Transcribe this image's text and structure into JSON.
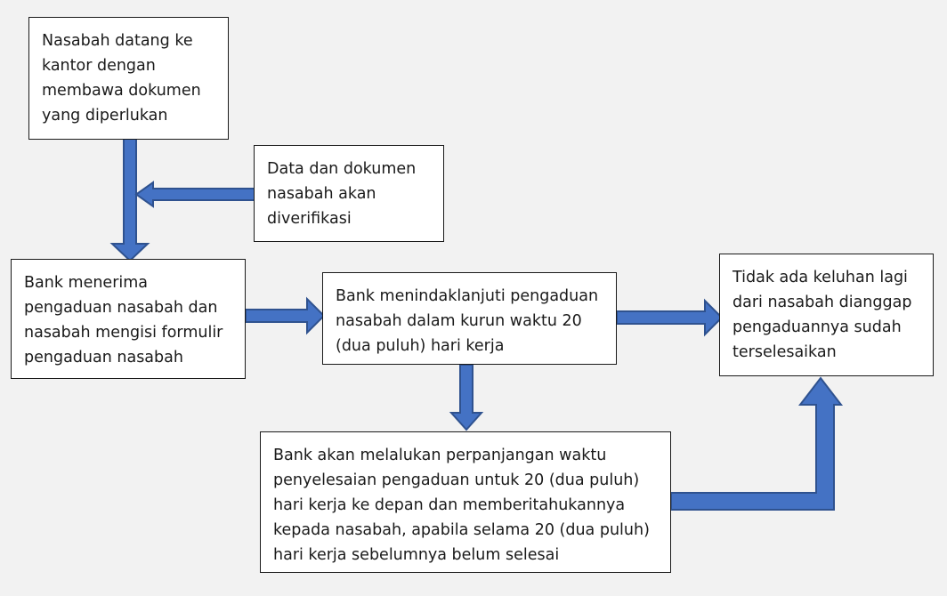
{
  "diagram": {
    "nodes": [
      {
        "id": "box-1",
        "text": "Nasabah datang ke kantor dengan membawa dokumen yang diperlukan"
      },
      {
        "id": "box-2",
        "text": "Data dan dokumen nasabah akan diverifikasi"
      },
      {
        "id": "box-3",
        "text": "Bank menerima pengaduan nasabah dan nasabah mengisi formulir pengaduan nasabah"
      },
      {
        "id": "box-4",
        "text": "Bank menindaklanjuti pengaduan nasabah dalam kurun waktu 20 (dua puluh) hari kerja"
      },
      {
        "id": "box-5",
        "text": "Tidak ada keluhan lagi dari nasabah dianggap pengaduannya sudah terselesaikan"
      },
      {
        "id": "box-6",
        "text": "Bank akan melalukan perpanjangan waktu penyelesaian pengaduan untuk 20 (dua puluh) hari kerja ke depan dan memberitahukannya kepada nasabah, apabila selama 20 (dua puluh) hari kerja sebelumnya belum selesai"
      }
    ],
    "edges": [
      {
        "from": "box-1",
        "to": "box-3"
      },
      {
        "from": "box-2",
        "to": "box-3"
      },
      {
        "from": "box-3",
        "to": "box-4"
      },
      {
        "from": "box-4",
        "to": "box-5"
      },
      {
        "from": "box-4",
        "to": "box-6"
      },
      {
        "from": "box-6",
        "to": "box-5"
      }
    ],
    "colors": {
      "arrow_fill": "#4472c4",
      "arrow_stroke": "#2f528f",
      "box_fill": "#ffffff",
      "box_border": "#1a1a1a",
      "background": "#f2f2f2"
    }
  }
}
